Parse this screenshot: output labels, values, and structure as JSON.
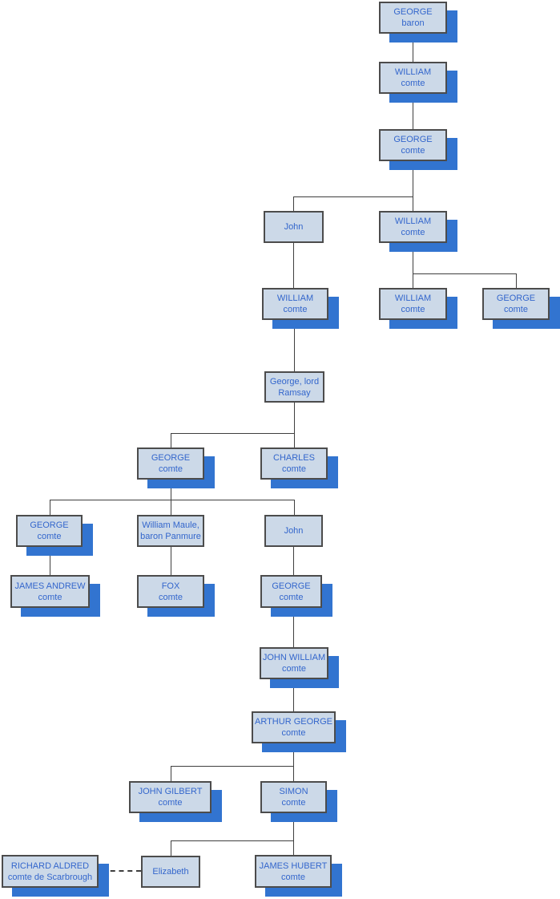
{
  "diagram": {
    "type": "family-tree",
    "nodes": [
      {
        "id": "george-baron",
        "line1": "GEORGE",
        "line2": "baron"
      },
      {
        "id": "william-comte-a",
        "line1": "WILLIAM",
        "line2": "comte"
      },
      {
        "id": "george-comte-a",
        "line1": "GEORGE",
        "line2": "comte"
      },
      {
        "id": "john-a",
        "line1": "John",
        "line2": ""
      },
      {
        "id": "william-comte-b",
        "line1": "WILLIAM",
        "line2": "comte"
      },
      {
        "id": "william-comte-c",
        "line1": "WILLIAM",
        "line2": "comte"
      },
      {
        "id": "william-comte-d",
        "line1": "WILLIAM",
        "line2": "comte"
      },
      {
        "id": "george-comte-b",
        "line1": "GEORGE",
        "line2": "comte"
      },
      {
        "id": "george-lord-ramsay",
        "line1": "George, lord",
        "line2": "Ramsay"
      },
      {
        "id": "george-comte-c",
        "line1": "GEORGE",
        "line2": "comte"
      },
      {
        "id": "charles-comte",
        "line1": "CHARLES",
        "line2": "comte"
      },
      {
        "id": "george-comte-d",
        "line1": "GEORGE",
        "line2": "comte"
      },
      {
        "id": "william-maule",
        "line1": "William Maule,",
        "line2": "baron Panmure"
      },
      {
        "id": "john-b",
        "line1": "John",
        "line2": ""
      },
      {
        "id": "james-andrew",
        "line1": "JAMES ANDREW",
        "line2": "comte"
      },
      {
        "id": "fox-comte",
        "line1": "FOX",
        "line2": "comte"
      },
      {
        "id": "george-comte-e",
        "line1": "GEORGE",
        "line2": "comte"
      },
      {
        "id": "john-william",
        "line1": "JOHN WILLIAM",
        "line2": "comte"
      },
      {
        "id": "arthur-george",
        "line1": "ARTHUR GEORGE",
        "line2": "comte"
      },
      {
        "id": "john-gilbert",
        "line1": "JOHN GILBERT",
        "line2": "comte"
      },
      {
        "id": "simon-comte",
        "line1": "SIMON",
        "line2": "comte"
      },
      {
        "id": "elizabeth",
        "line1": "Elizabeth",
        "line2": ""
      },
      {
        "id": "james-hubert",
        "line1": "JAMES HUBERT",
        "line2": "comte"
      },
      {
        "id": "richard-aldred",
        "line1": "RICHARD ALDRED",
        "line2": "comte de Scarbrough"
      }
    ],
    "relations": [
      {
        "parent": "george-baron",
        "children": [
          "william-comte-a"
        ]
      },
      {
        "parent": "william-comte-a",
        "children": [
          "george-comte-a"
        ]
      },
      {
        "parent": "george-comte-a",
        "children": [
          "john-a",
          "william-comte-b"
        ]
      },
      {
        "parent": "john-a",
        "children": [
          "william-comte-c"
        ]
      },
      {
        "parent": "william-comte-b",
        "children": [
          "william-comte-d",
          "george-comte-b"
        ]
      },
      {
        "parent": "william-comte-c",
        "children": [
          "george-lord-ramsay"
        ]
      },
      {
        "parent": "george-lord-ramsay",
        "children": [
          "george-comte-c",
          "charles-comte"
        ]
      },
      {
        "parent": "george-comte-c",
        "children": [
          "george-comte-d",
          "william-maule",
          "john-b"
        ]
      },
      {
        "parent": "george-comte-d",
        "children": [
          "james-andrew"
        ]
      },
      {
        "parent": "william-maule",
        "children": [
          "fox-comte"
        ]
      },
      {
        "parent": "john-b",
        "children": [
          "george-comte-e"
        ]
      },
      {
        "parent": "george-comte-e",
        "children": [
          "john-william"
        ]
      },
      {
        "parent": "john-william",
        "children": [
          "arthur-george"
        ]
      },
      {
        "parent": "arthur-george",
        "children": [
          "john-gilbert",
          "simon-comte"
        ]
      },
      {
        "parent": "simon-comte",
        "children": [
          "elizabeth",
          "james-hubert"
        ]
      }
    ],
    "marriages": [
      {
        "between": [
          "richard-aldred",
          "elizabeth"
        ],
        "style": "dashed"
      }
    ]
  },
  "colors": {
    "fill": "#ccd9e8",
    "border": "#4c4c4c",
    "shadow": "#3274d0",
    "text": "#3366cc",
    "line": "#3f3f3f"
  }
}
